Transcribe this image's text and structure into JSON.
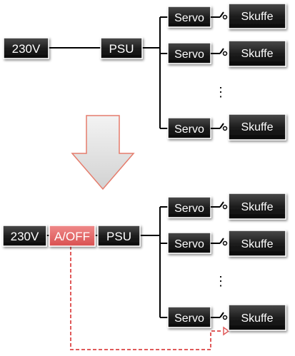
{
  "top": {
    "source": "230V",
    "psu": "PSU",
    "servos": [
      "Servo",
      "Servo",
      "Servo"
    ],
    "loads": [
      "Skuffe",
      "Skuffe",
      "Skuffe"
    ],
    "ellipsis": "⋮"
  },
  "bottom": {
    "source": "230V",
    "switch": "A/OFF",
    "psu": "PSU",
    "servos": [
      "Servo",
      "Servo",
      "Servo"
    ],
    "loads": [
      "Skuffe",
      "Skuffe",
      "Skuffe"
    ],
    "ellipsis": "⋮"
  },
  "colors": {
    "box_fill": "#1a1a1a",
    "box_border": "#ffffff",
    "switch_fill": "#e06666",
    "switch_border": "#c0392b",
    "dashed_line": "#e05a5a",
    "arrow_fill": "#e3e3e3",
    "arrow_border": "#e57c6c"
  }
}
